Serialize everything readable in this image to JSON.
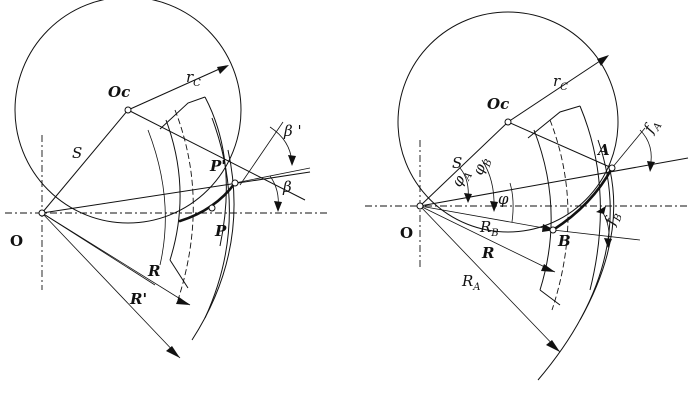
{
  "left_diagram": {
    "labels": {
      "origin": "O",
      "circle_center": "Oc",
      "radius_c": "r",
      "radius_c_sub": "C",
      "distance_s": "S",
      "point_p_prime": "P'",
      "point_p": "P",
      "radius_r": "R",
      "radius_r_prime": "R'",
      "beta_prime": "β '",
      "beta": "β"
    }
  },
  "right_diagram": {
    "labels": {
      "origin": "O",
      "circle_center": "Oc",
      "radius_c": "r",
      "radius_c_sub": "C",
      "distance_s": "S",
      "point_a": "A",
      "point_b": "B",
      "phi_a": "φ",
      "phi_a_sub": "A",
      "phi_b": "φ",
      "phi_b_sub": "B",
      "phi": "φ",
      "radius_rb": "R",
      "radius_rb_sub": "B",
      "radius_r": "R",
      "radius_ra": "R",
      "radius_ra_sub": "A",
      "angle_fa": "f",
      "angle_fa_sub": "A",
      "angle_fb": "f",
      "angle_fb_sub": "B"
    }
  }
}
